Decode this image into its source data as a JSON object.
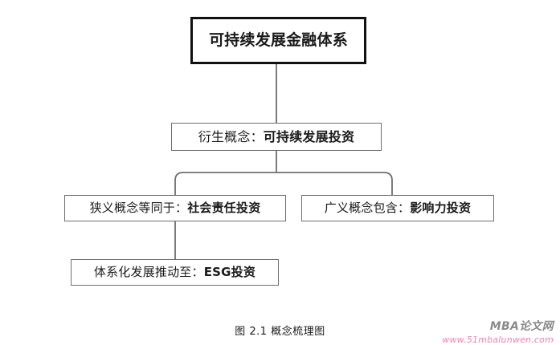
{
  "figure": {
    "background_color": "#ffffff",
    "caption": "图 2.1  概念梳理图",
    "nodes": {
      "root": {
        "text": "可持续发展金融体系",
        "lead": "",
        "emph": "可持续发展金融体系",
        "border_color": "#111111"
      },
      "derived": {
        "lead": "衍生概念：",
        "emph": "可持续发展投资",
        "border_color": "#6e6e6e"
      },
      "narrow": {
        "lead": "狭义概念等同于：",
        "emph": "社会责任投资",
        "border_color": "#6e6e6e"
      },
      "broad": {
        "lead": "广义概念包含：",
        "emph": "影响力投资",
        "border_color": "#6e6e6e"
      },
      "esg": {
        "lead": "体系化发展推动至：",
        "emph": "ESG投资",
        "border_color": "#6e6e6e"
      }
    },
    "connector_color": "#6e6e6e"
  },
  "watermark": {
    "brand": "MBA论文网",
    "url": "www.51mbalunwen.com",
    "brand_color": "#8a8a8a",
    "url_color": "#ea83b7"
  }
}
